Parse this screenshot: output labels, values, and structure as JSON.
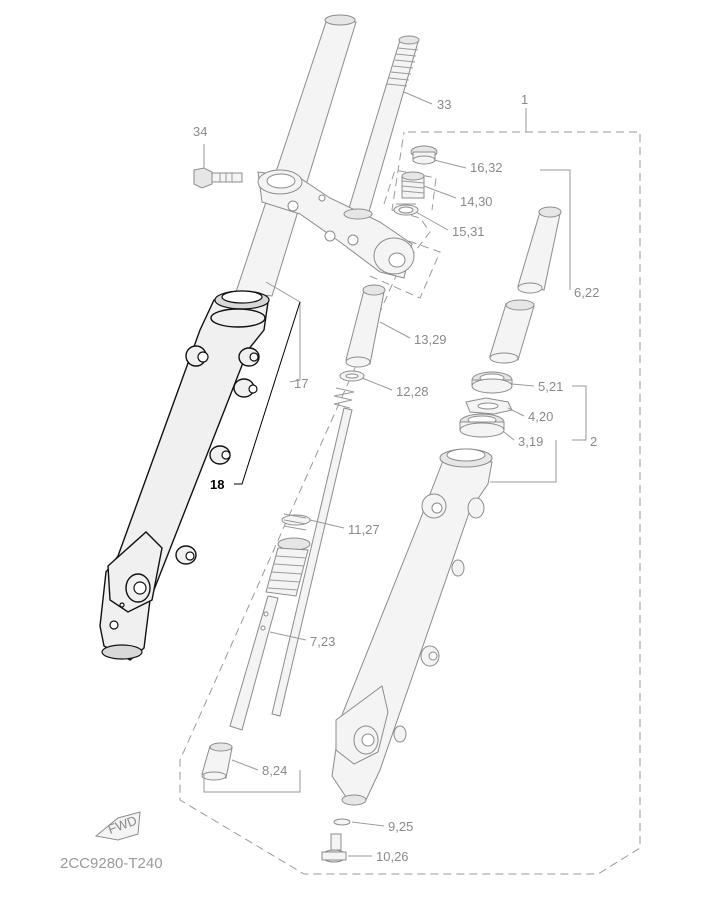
{
  "diagram_code": "2CC9280-T240",
  "fwd_text": "FWD",
  "callouts": [
    {
      "id": "c1",
      "text": "1"
    },
    {
      "id": "c2",
      "text": "2"
    },
    {
      "id": "c33",
      "text": "33"
    },
    {
      "id": "c34",
      "text": "34"
    },
    {
      "id": "c16",
      "text": "16,32"
    },
    {
      "id": "c14",
      "text": "14,30"
    },
    {
      "id": "c15",
      "text": "15,31"
    },
    {
      "id": "c6",
      "text": "6,22"
    },
    {
      "id": "c13",
      "text": "13,29"
    },
    {
      "id": "c12",
      "text": "12,28"
    },
    {
      "id": "c5",
      "text": "5,21"
    },
    {
      "id": "c4",
      "text": "4,20"
    },
    {
      "id": "c3",
      "text": "3,19"
    },
    {
      "id": "c17",
      "text": "17"
    },
    {
      "id": "c18",
      "text": "18"
    },
    {
      "id": "c11",
      "text": "11,27"
    },
    {
      "id": "c7",
      "text": "7,23"
    },
    {
      "id": "c8",
      "text": "8,24"
    },
    {
      "id": "c9",
      "text": "9,25"
    },
    {
      "id": "c10",
      "text": "10,26"
    }
  ]
}
